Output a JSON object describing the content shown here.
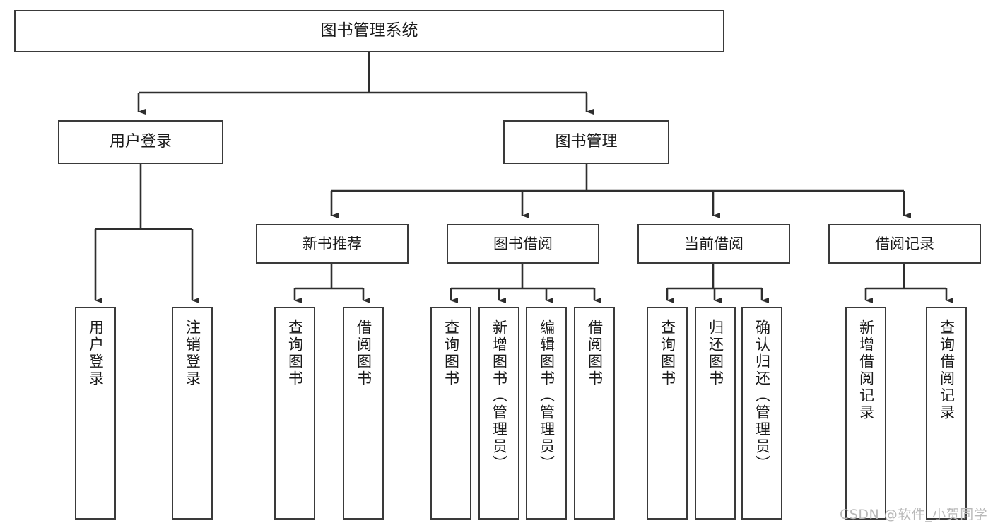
{
  "diagram": {
    "type": "tree-hierarchy",
    "title": "图书管理系统",
    "orientation": "top-down",
    "colors": {
      "box_border": "#3a3a3a",
      "box_fill": "#ffffff",
      "connector": "#2e2e2e",
      "text": "#1a1a1a",
      "watermark": "#b9b9b9",
      "background": "#ffffff"
    },
    "nodes": {
      "root": {
        "label": "图书管理系统"
      },
      "level1": [
        {
          "id": "user-login",
          "label": "用户登录"
        },
        {
          "id": "book-management",
          "label": "图书管理"
        }
      ],
      "level2": [
        {
          "id": "new-book-recommend",
          "label": "新书推荐",
          "parent": "book-management"
        },
        {
          "id": "book-borrow",
          "label": "图书借阅",
          "parent": "book-management"
        },
        {
          "id": "current-borrow",
          "label": "当前借阅",
          "parent": "book-management"
        },
        {
          "id": "borrow-record",
          "label": "借阅记录",
          "parent": "book-management"
        }
      ],
      "leaves": {
        "user-login": [
          {
            "id": "leaf-user-login",
            "label": "用户登录"
          },
          {
            "id": "leaf-logout",
            "label": "注销登录"
          }
        ],
        "new-book-recommend": [
          {
            "id": "leaf-query-book-1",
            "label": "查询图书"
          },
          {
            "id": "leaf-borrow-book-1",
            "label": "借阅图书"
          }
        ],
        "book-borrow": [
          {
            "id": "leaf-query-book-2",
            "label": "查询图书"
          },
          {
            "id": "leaf-add-book",
            "label": "新增图书（管理员）"
          },
          {
            "id": "leaf-edit-book",
            "label": "编辑图书（管理员）"
          },
          {
            "id": "leaf-borrow-book-2",
            "label": "借阅图书"
          }
        ],
        "current-borrow": [
          {
            "id": "leaf-query-book-3",
            "label": "查询图书"
          },
          {
            "id": "leaf-return-book",
            "label": "归还图书"
          },
          {
            "id": "leaf-confirm-return",
            "label": "确认归还（管理员）"
          }
        ],
        "borrow-record": [
          {
            "id": "leaf-add-record",
            "label": "新增借阅记录"
          },
          {
            "id": "leaf-query-record",
            "label": "查询借阅记录"
          }
        ]
      }
    }
  },
  "watermark": {
    "text": "CSDN @软件_小贺同学"
  }
}
